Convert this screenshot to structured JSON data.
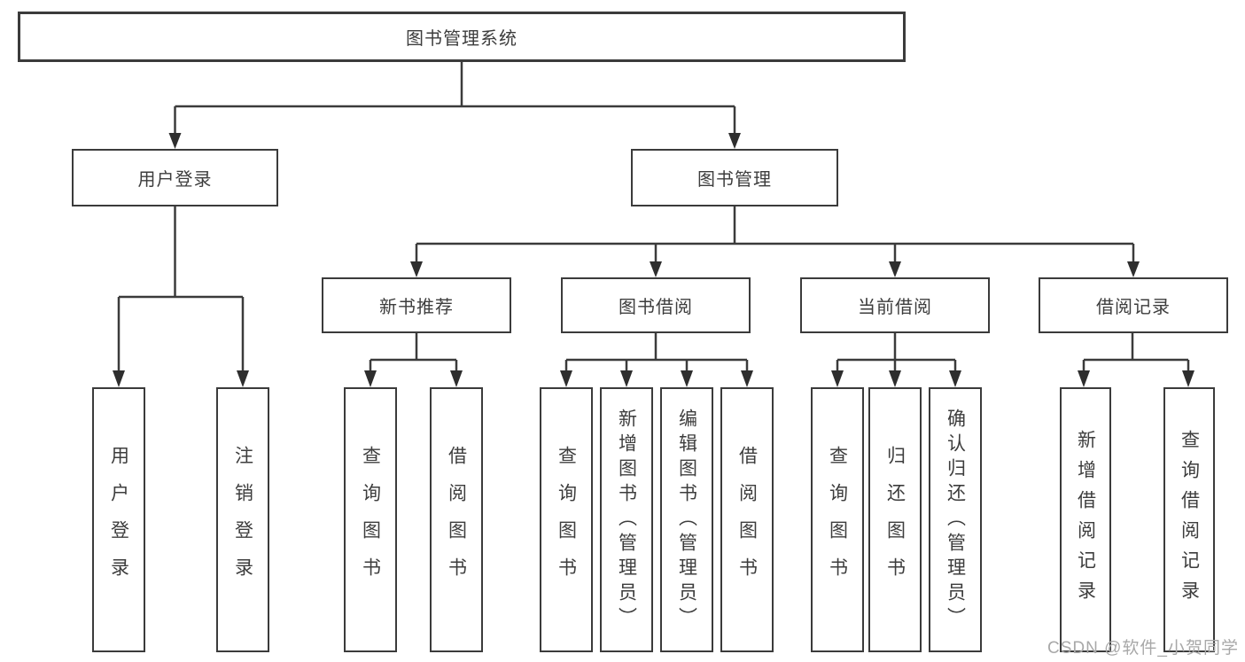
{
  "diagram": {
    "nodes": {
      "root": "图书管理系统",
      "user_login": "用户登录",
      "book_management": "图书管理",
      "login": "用户登录",
      "logout": "注销登录",
      "new_book_recommend": "新书推荐",
      "book_borrowing": "图书借阅",
      "current_borrowing": "当前借阅",
      "borrowing_records": "借阅记录",
      "nb_query_books": "查询图书",
      "nb_borrow_books": "借阅图书",
      "bb_query_books": "查询图书",
      "bb_add_books": "新增图书（管理员）",
      "bb_edit_books": "编辑图书（管理员）",
      "bb_borrow_books": "借阅图书",
      "cb_query_books": "查询图书",
      "cb_return_books": "归还图书",
      "cb_confirm_return": "确认归还（管理员）",
      "br_add_record": "新增借阅记录",
      "br_query_record": "查询借阅记录"
    },
    "edges": [
      {
        "from": "root",
        "to": [
          "user_login",
          "book_management"
        ]
      },
      {
        "from": "user_login",
        "to": [
          "login",
          "logout"
        ]
      },
      {
        "from": "book_management",
        "to": [
          "new_book_recommend",
          "book_borrowing",
          "current_borrowing",
          "borrowing_records"
        ]
      },
      {
        "from": "new_book_recommend",
        "to": [
          "nb_query_books",
          "nb_borrow_books"
        ]
      },
      {
        "from": "book_borrowing",
        "to": [
          "bb_query_books",
          "bb_add_books",
          "bb_edit_books",
          "bb_borrow_books"
        ]
      },
      {
        "from": "current_borrowing",
        "to": [
          "cb_query_books",
          "cb_return_books",
          "cb_confirm_return"
        ]
      },
      {
        "from": "borrowing_records",
        "to": [
          "br_add_record",
          "br_query_record"
        ]
      }
    ],
    "colors": {
      "line": "#3b3b3b",
      "box_border": "#3b3b3b",
      "box_fill": "#ffffff",
      "text": "#3d3d3d",
      "watermark": "#a8a8a8"
    }
  },
  "watermark": "CSDN @软件_小贺同学"
}
